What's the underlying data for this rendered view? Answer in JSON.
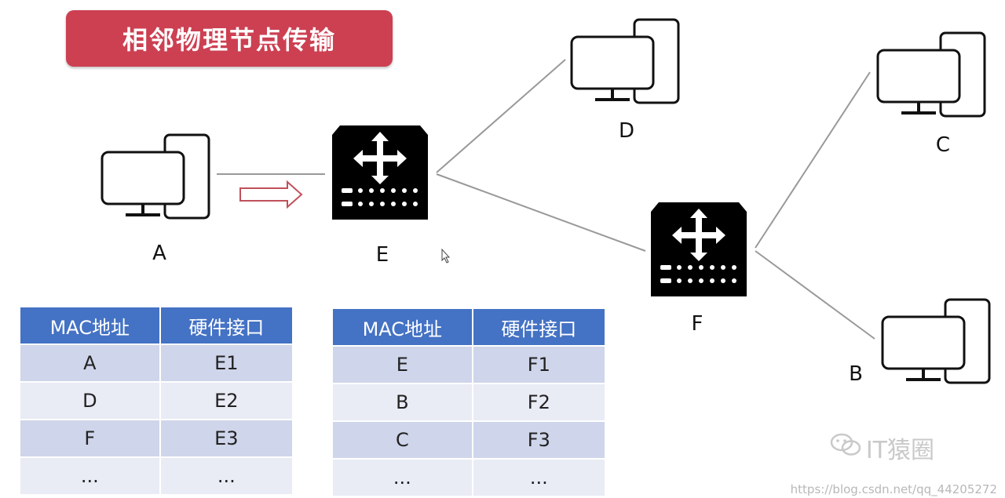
{
  "title": "相邻物理节点传输",
  "nodes": {
    "A": "A",
    "B": "B",
    "C": "C",
    "D": "D",
    "E": "E",
    "F": "F"
  },
  "table_e": {
    "headers": [
      "MAC地址",
      "硬件接口"
    ],
    "rows": [
      [
        "A",
        "E1"
      ],
      [
        "D",
        "E2"
      ],
      [
        "F",
        "E3"
      ],
      [
        "...",
        "..."
      ]
    ]
  },
  "table_f": {
    "headers": [
      "MAC地址",
      "硬件接口"
    ],
    "rows": [
      [
        "E",
        "F1"
      ],
      [
        "B",
        "F2"
      ],
      [
        "C",
        "F3"
      ],
      [
        "...",
        "..."
      ]
    ]
  },
  "watermark": "IT猿圈",
  "url": "https://blog.csdn.net/qq_44205272",
  "colors": {
    "banner": "#cc4052",
    "table_header": "#4472c4",
    "arrow": "#c0505a"
  }
}
